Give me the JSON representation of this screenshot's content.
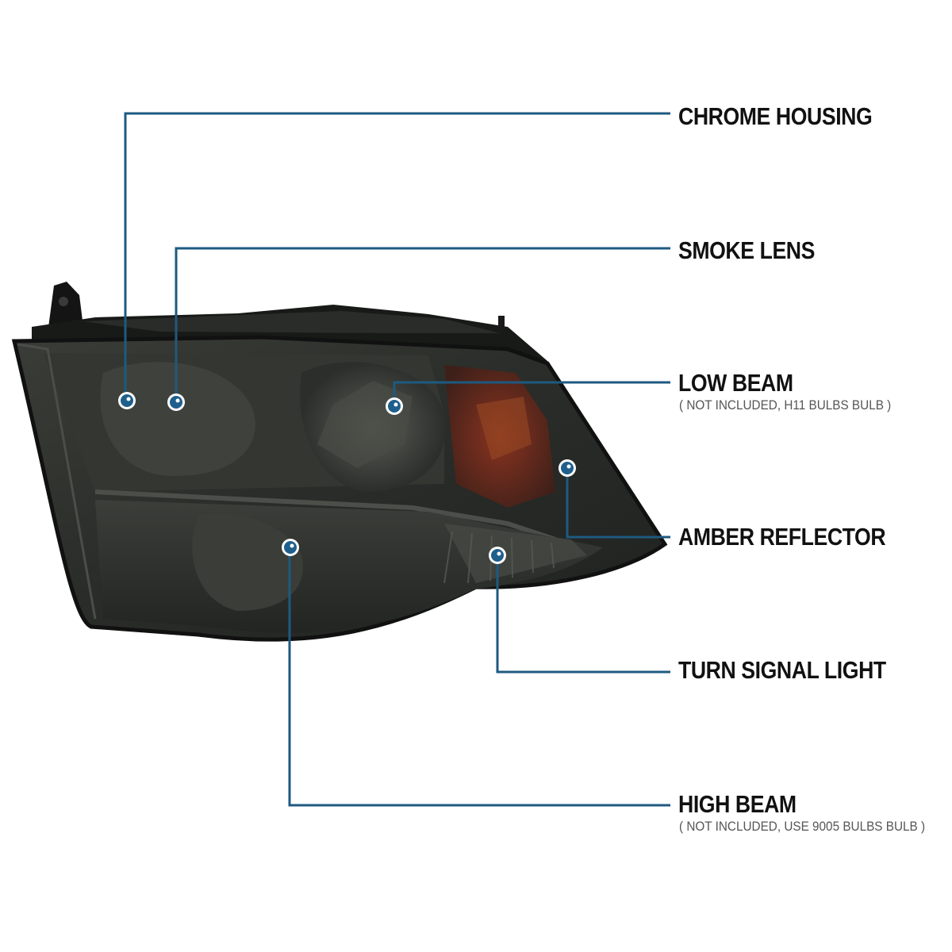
{
  "colors": {
    "callout_line": "#1e5a80",
    "dot_fill": "#1f5f8c",
    "dot_ring": "#ffffff",
    "smoke_lens": "#2c2f2a",
    "amber": "#6a2a1a",
    "label_text": "#111111",
    "note_text": "#555555"
  },
  "callouts": [
    {
      "id": "chrome-housing",
      "label": "CHROME HOUSING"
    },
    {
      "id": "smoke-lens",
      "label": "SMOKE LENS"
    },
    {
      "id": "low-beam",
      "label": "LOW BEAM",
      "note": "( NOT INCLUDED, H11 BULBS BULB )"
    },
    {
      "id": "amber-reflector",
      "label": "AMBER REFLECTOR"
    },
    {
      "id": "turn-signal-light",
      "label": "TURN SIGNAL LIGHT"
    },
    {
      "id": "high-beam",
      "label": "HIGH BEAM",
      "note": "( NOT INCLUDED, USE 9005 BULBS BULB )"
    }
  ]
}
